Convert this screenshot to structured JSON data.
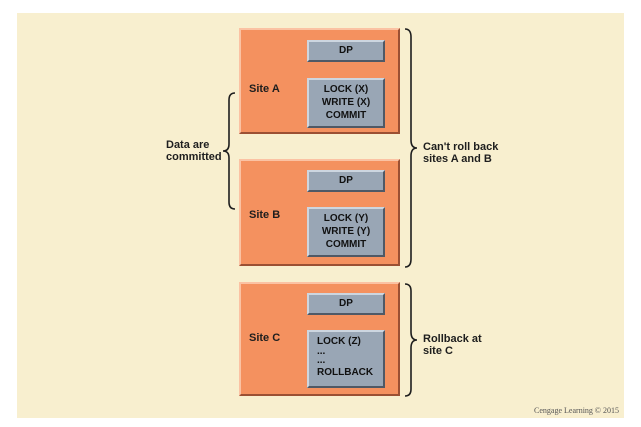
{
  "sites": [
    {
      "label": "Site A",
      "dp": "DP",
      "ops": [
        "LOCK (X)",
        "WRITE (X)",
        "COMMIT"
      ]
    },
    {
      "label": "Site B",
      "dp": "DP",
      "ops": [
        "LOCK (Y)",
        "WRITE (Y)",
        "COMMIT"
      ]
    },
    {
      "label": "Site C",
      "dp": "DP",
      "ops": [
        "LOCK (Z)",
        "...",
        "...",
        "ROLLBACK"
      ]
    }
  ],
  "annotations": {
    "committed_line1": "Data are",
    "committed_line2": "committed",
    "cant_rollback_line1": "Can't roll back",
    "cant_rollback_line2": "sites A and B",
    "rollback_line1": "Rollback at",
    "rollback_line2": "site C"
  },
  "credit": "Cengage Learning © 2015",
  "colors": {
    "background": "#f8efcf",
    "site": "#f4915f",
    "box": "#99a6b5"
  }
}
